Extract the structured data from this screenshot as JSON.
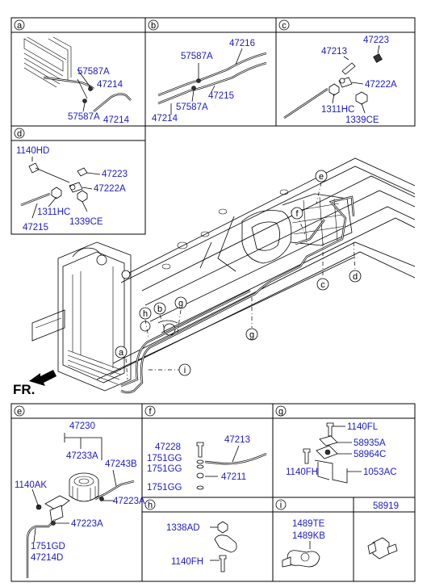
{
  "sections": {
    "a": {
      "label": "a",
      "parts": [
        "57587A",
        "47214",
        "57587A",
        "47214"
      ]
    },
    "b": {
      "label": "b",
      "parts": [
        "47216",
        "57587A",
        "47215",
        "57587A",
        "47214"
      ]
    },
    "c": {
      "label": "c",
      "parts": [
        "47223",
        "47213",
        "47222A",
        "1311HC",
        "1339CE"
      ]
    },
    "d": {
      "label": "d",
      "parts": [
        "1140HD",
        "47223",
        "47222A",
        "1311HC",
        "1339CE",
        "47215"
      ]
    },
    "e": {
      "label": "e",
      "parts": [
        "47230",
        "47233A",
        "47243B",
        "1140AK",
        "47223A",
        "47223A",
        "1751GD",
        "47214D"
      ]
    },
    "f": {
      "label": "f",
      "parts": [
        "47213",
        "47228",
        "1751GG",
        "1751GG",
        "47211",
        "1751GG"
      ]
    },
    "g": {
      "label": "g",
      "parts": [
        "1140FL",
        "58935A",
        "58964C",
        "1140FH",
        "1053AC"
      ]
    },
    "h": {
      "label": "h",
      "parts": [
        "1338AD",
        "1140FH"
      ]
    },
    "i": {
      "label": "i",
      "parts": [
        "1489TE",
        "1489KB"
      ]
    },
    "j": {
      "part": "58919"
    }
  },
  "main": {
    "fr_label": "FR.",
    "callouts": [
      "e",
      "f",
      "c",
      "d",
      "h",
      "b",
      "g",
      "a",
      "g",
      "i"
    ]
  }
}
